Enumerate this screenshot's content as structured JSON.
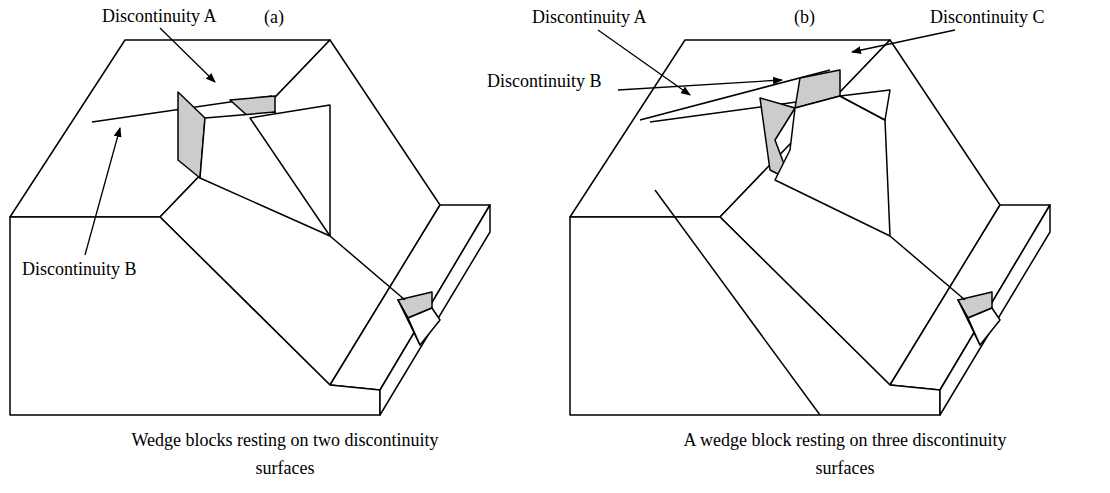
{
  "diagram": {
    "labels": [
      "(a)",
      "Discontinuity A",
      "Discontinuity B",
      "(b)",
      "Discontinuity A",
      "Discontinuity C",
      "Discontinuity B",
      "Wedge blocks resting on two discontinuity surfaces",
      "A wedge block resting on three discontinuity surfaces"
    ]
  }
}
